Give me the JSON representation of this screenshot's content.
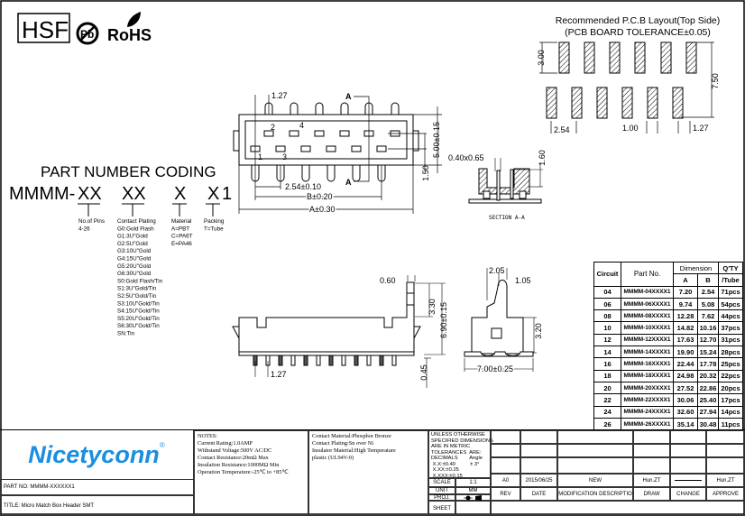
{
  "certifications": {
    "hsf": "HSF",
    "pb": "Pb",
    "rohs": "RoHS"
  },
  "pcb_layout": {
    "title": "Recommended P.C.B Layout(Top Side)",
    "subtitle": "(PCB  BOARD  TOLERANCE±0.05)",
    "dims": {
      "pad_len": "3.00",
      "row_span": "7.50",
      "pitch": "2.54",
      "pad_w": "1.00",
      "offset": "1.27"
    }
  },
  "top_view": {
    "pin_labels": [
      "2",
      "4",
      "1",
      "3"
    ],
    "section_mark": "A",
    "dims": {
      "offset": "1.27",
      "pitch": "2.54±0.10",
      "b": "B±0.20",
      "a": "A±0.30",
      "width": "5.00±0.15",
      "row": "1.50"
    }
  },
  "section": {
    "title": "SECTION A-A",
    "pin_size": "0.40x0.65",
    "depth": "1.60"
  },
  "part_coding": {
    "title": "PART NUMBER CODING",
    "code": {
      "prefix": "MMMM-",
      "pins": "XX",
      "plating": "XX",
      "material": "X",
      "packing": "X",
      "suffix": "1"
    },
    "legend": {
      "pins": [
        "No.of Pins",
        "4-26"
      ],
      "plating": [
        "Contact Plating",
        "G0:Gold Flash",
        "G1:3U\"Gold",
        "G2:5U\"Gold",
        "G3:10U\"Gold",
        "G4:15U\"Gold",
        "G5:20U\"Gold",
        "G6:30U\"Gold",
        "S0:Gold Flash/Tin",
        "S1:3U\"Gold/Tin",
        "S2:5U\"Gold/Tin",
        "S3:10U\"Gold/Tin",
        "S4:15U\"Gold/Tin",
        "S5:20U\"Gold/Tin",
        "S6:30U\"Gold/Tin",
        "SN:Tin"
      ],
      "material": [
        "Material",
        "A=PBT",
        "C=PA6T",
        "E=PA46"
      ],
      "packing": [
        "Packing",
        "T=Tube"
      ]
    }
  },
  "side_view": {
    "dims": {
      "post": "0.60",
      "post_h": "3.30",
      "height": "6.90±0.15",
      "standoff": "0.45",
      "pitch": "1.27"
    }
  },
  "end_view": {
    "dims": {
      "top": "2.05",
      "slot": "1.05",
      "body": "3.20",
      "width": "7.00±0.25"
    }
  },
  "dimension_table": {
    "headers": {
      "circuit": "Circuit",
      "part": "Part No.",
      "dimension": "Dimension",
      "a": "A",
      "b": "B",
      "qty1": "Q'TY",
      "qty2": "/Tube"
    },
    "rows": [
      [
        "04",
        "MMMM-04XXXX1",
        "7.20",
        "2.54",
        "71pcs"
      ],
      [
        "06",
        "MMMM-06XXXX1",
        "9.74",
        "5.08",
        "54pcs"
      ],
      [
        "08",
        "MMMM-08XXXX1",
        "12.28",
        "7.62",
        "44pcs"
      ],
      [
        "10",
        "MMMM-10XXXX1",
        "14.82",
        "10.16",
        "37pcs"
      ],
      [
        "12",
        "MMMM-12XXXX1",
        "17.63",
        "12.70",
        "31pcs"
      ],
      [
        "14",
        "MMMM-14XXXX1",
        "19.90",
        "15.24",
        "28pcs"
      ],
      [
        "16",
        "MMMM-16XXXX1",
        "22.44",
        "17.78",
        "25pcs"
      ],
      [
        "18",
        "MMMM-18XXXX1",
        "24.98",
        "20.32",
        "22pcs"
      ],
      [
        "20",
        "MMMM-20XXXX1",
        "27.52",
        "22.86",
        "20pcs"
      ],
      [
        "22",
        "MMMM-22XXXX1",
        "30.06",
        "25.40",
        "17pcs"
      ],
      [
        "24",
        "MMMM-24XXXX1",
        "32.60",
        "27.94",
        "14pcs"
      ],
      [
        "26",
        "MMMM-26XXXX1",
        "35.14",
        "30.48",
        "11pcs"
      ]
    ]
  },
  "title_block": {
    "logo": "Nicetyconn",
    "logo_mark": "®",
    "logo_color": "#1a8ee0",
    "part_no": "PART NO: MMMM-XXXXXX1",
    "title": "TITLE:  Micro Match Box Header SMT",
    "notes": "NOTES:\nCurrent Rating:1.0AMP\nWithstand Voltage:500V AC/DC\nContact Resistance:20mΩ Max\nInsulation Resistance:1000MΩ Min\nOperation Temperature:-25℃ to +85℃",
    "materials": "Contact Material:Phosphor Bronze\nContact Plating:Sn over Ni\nInsulator Material:High Temperature\nplastic (UL94V-0)",
    "tolerance": "UNLESS OTHERWISE\nSPECIFIED DIMENSIONS\nARE IN METRIC\nTOLERANCES  ARE:\nDECIMALS        Angle\n X.X:±0.40          ± 3°\n X.XX:±0.25\n X.XXX:±0.15",
    "scale_label": "SCALE",
    "scale": "1:1",
    "unit_label": "UNIT",
    "unit": "MM",
    "proj_label": "PROJ.",
    "sheet_label": "SHEET",
    "revision": {
      "rev": "A0",
      "date": "2015/06/25",
      "desc": "NEW",
      "draw": "Hun.ZT",
      "approve": "Hun.ZT"
    },
    "rev_headers": {
      "rev": "REV",
      "date": "DATE",
      "desc": "MODIFICATION DESCRIPTIO",
      "draw": "DRAW",
      "change": "CHANGE",
      "approve": "APPROVE"
    }
  }
}
